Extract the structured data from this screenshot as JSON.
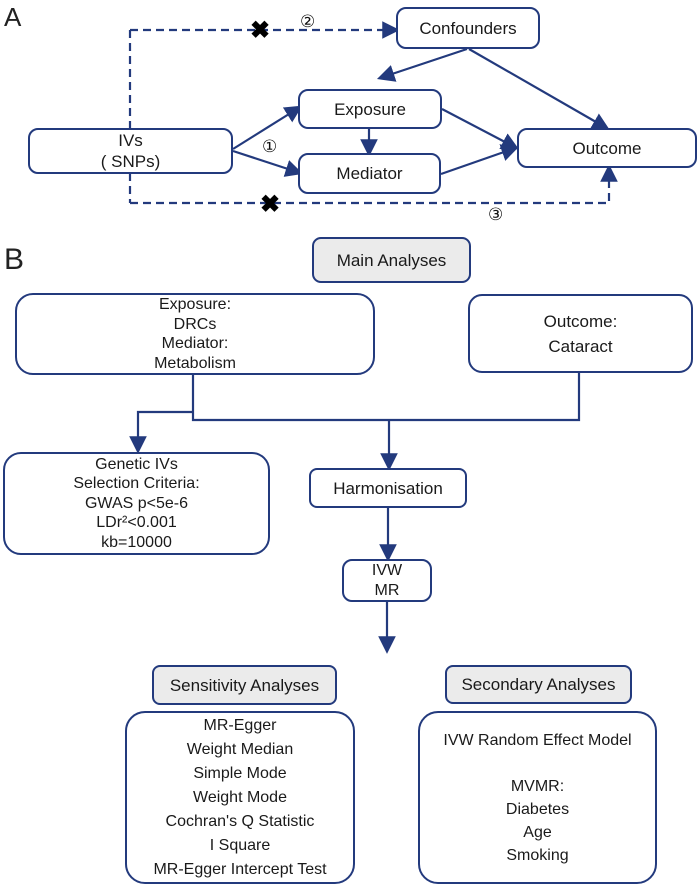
{
  "colors": {
    "line": "#233a7d",
    "grey_fill": "#ebebeb",
    "text": "#1a1a1a"
  },
  "panel_a": {
    "label": "A",
    "ivs_box": {
      "lines": [
        "IVs",
        "( SNPs)"
      ]
    },
    "confounders_box": "Confounders",
    "exposure_box": "Exposure",
    "mediator_box": "Mediator",
    "outcome_box": "Outcome",
    "step_labels": {
      "one": "①",
      "two": "②",
      "three": "③"
    },
    "cross_glyph": "✖"
  },
  "panel_b": {
    "label": "B",
    "main_analyses_label": "Main Analyses",
    "exposure_mediator_box": {
      "lines": [
        "Exposure:",
        "DRCs",
        "Mediator:",
        "Metabolism"
      ]
    },
    "outcome_box": {
      "lines": [
        "Outcome:",
        "Cataract"
      ]
    },
    "genetic_ivs_box": {
      "lines": [
        "Genetic IVs",
        "Selection Criteria:",
        "GWAS p<5e-6",
        "LDr²<0.001",
        "kb=10000"
      ]
    },
    "harmonisation_label": "Harmonisation",
    "ivw_mr_box": {
      "lines": [
        "IVW",
        "MR"
      ]
    },
    "sensitivity": {
      "title": "Sensitivity Analyses",
      "methods": [
        "MR-Egger",
        "Weight Median",
        "Simple Mode",
        "Weight Mode",
        "Cochran's Q Statistic",
        "I Square",
        "MR-Egger Intercept Test"
      ]
    },
    "secondary": {
      "title": "Secondary Analyses",
      "lines": [
        "IVW Random Effect Model",
        "",
        "MVMR:",
        "Diabetes",
        "Age",
        "Smoking"
      ]
    }
  }
}
